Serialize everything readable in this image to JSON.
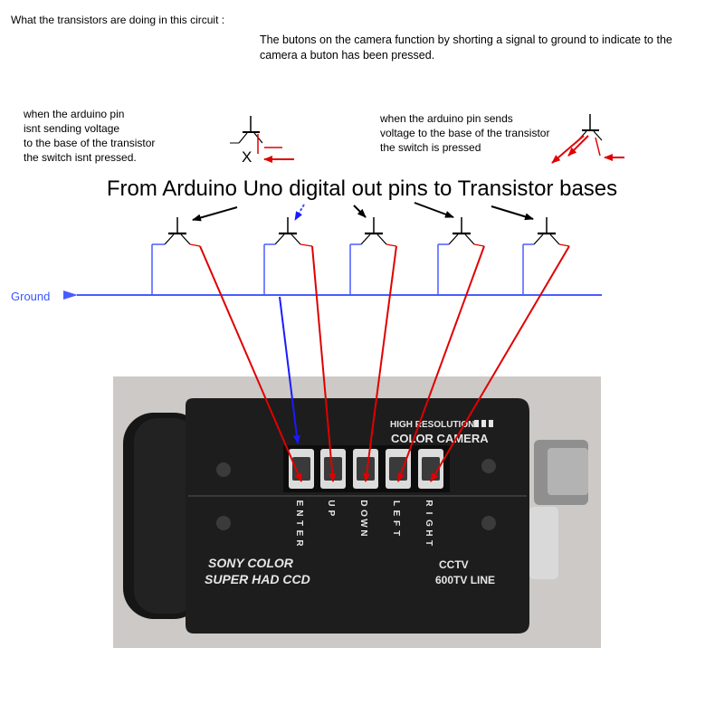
{
  "texts": {
    "intro_question": "What the transistors are doing in this circuit :",
    "intro_answer": "The butons on the camera function by shorting a signal to ground to indicate to the camera a buton has been pressed.",
    "note_off": [
      "when the arduino pin",
      "isnt sending voltage",
      "to the base of the transistor",
      "the switch isnt pressed."
    ],
    "note_on": [
      "when the arduino pin sends",
      "voltage to the base of the transistor",
      "the switch is pressed"
    ],
    "open_mark": "X",
    "main_heading": "From Arduino Uno digital out pins to Transistor bases",
    "ground_label": "Ground"
  },
  "camera": {
    "label_top1": "HIGH RESOLUTION",
    "label_top2": "COLOR CAMERA",
    "label_left1": "SONY COLOR",
    "label_left2": "SUPER HAD CCD",
    "label_right1": "CCTV",
    "label_right2": "600TV LINE",
    "buttons": [
      "ENTER",
      "UP",
      "DOWN",
      "LEFT",
      "RIGHT"
    ]
  },
  "colors": {
    "ground": "#4a5cff",
    "collector_wire": "#e00000",
    "ground_wire": "#1a1aff",
    "arrow": "#000000"
  }
}
